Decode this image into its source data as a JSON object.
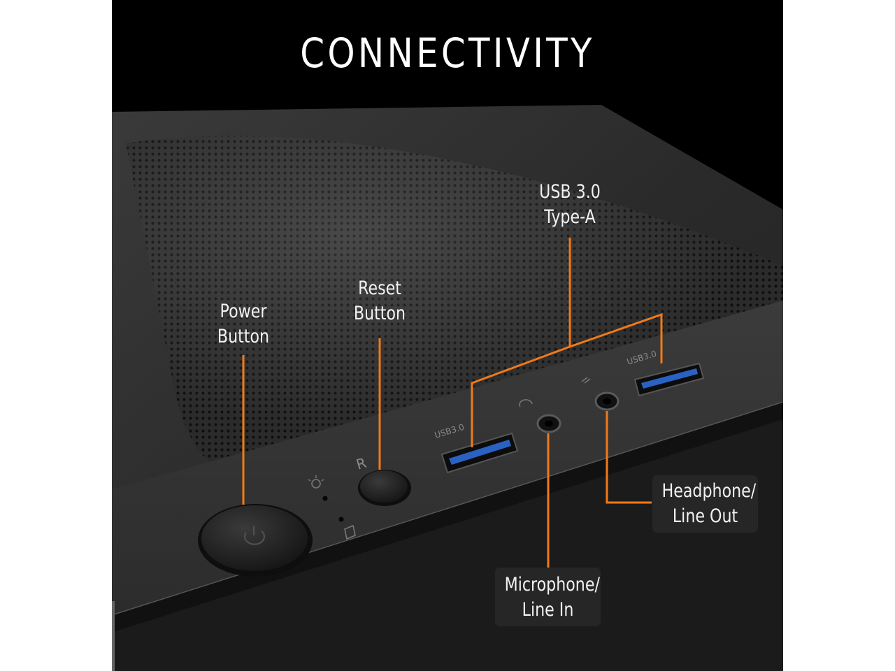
{
  "heading": "CONNECTIVITY",
  "labels": {
    "power": [
      "Power",
      "Button"
    ],
    "reset": [
      "Reset",
      "Button"
    ],
    "usb": [
      "USB 3.0",
      "Type-A"
    ],
    "headphone": [
      "Headphone/",
      "Line Out"
    ],
    "microphone": [
      "Microphone/",
      "Line In"
    ]
  },
  "port_markings": {
    "usb_left": "USB3.0",
    "usb_right": "USB3.0",
    "reset_letter": "R"
  },
  "icons": [
    "power-icon",
    "led-icon",
    "hdd-icon",
    "headphone-icon",
    "microphone-icon"
  ],
  "colors": {
    "background": "#000000",
    "case": "#2a2a2a",
    "callout_line": "#f07a1a",
    "label_text": "#f2f2f2",
    "label_box": "#262626",
    "usb_tongue": "#2a62c4"
  }
}
